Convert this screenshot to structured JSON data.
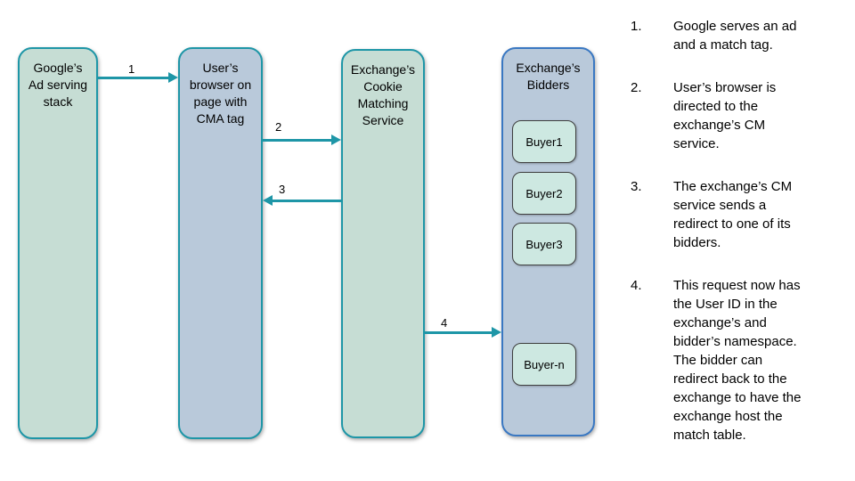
{
  "colors": {
    "teal": "#1e96a7",
    "blue-border": "#3a78c2",
    "green-fill": "#c6ddd4",
    "blue-fill": "#b9c9da",
    "buyer-fill": "#cde8e1",
    "buyer-border": "#3f3f3f"
  },
  "diagram": {
    "nodes": [
      {
        "label": "Google’s\nAd serving\nstack"
      },
      {
        "label": "User’s\nbrowser on\npage with\nCMA tag"
      },
      {
        "label": "Exchange’s\nCookie\nMatching\nService"
      },
      {
        "label": "Exchange’s\nBidders"
      }
    ],
    "buyers": [
      "Buyer1",
      "Buyer2",
      "Buyer3",
      "Buyer-n"
    ],
    "arrows": [
      {
        "label": "1"
      },
      {
        "label": "2"
      },
      {
        "label": "3"
      },
      {
        "label": "4"
      }
    ]
  },
  "steps": {
    "items": [
      {
        "num": "1.",
        "text": "Google serves an ad\nand a match tag."
      },
      {
        "num": "2.",
        "text": "User’s browser is\ndirected to the\nexchange’s CM\nservice."
      },
      {
        "num": "3.",
        "text": "The exchange’s CM\nservice sends a\nredirect to one of its\nbidders."
      },
      {
        "num": "4.",
        "text": "This request now has\nthe User ID in the\nexchange’s and\nbidder’s namespace.\nThe bidder can\nredirect back to the\nexchange to have the\nexchange host the\nmatch table."
      }
    ]
  }
}
